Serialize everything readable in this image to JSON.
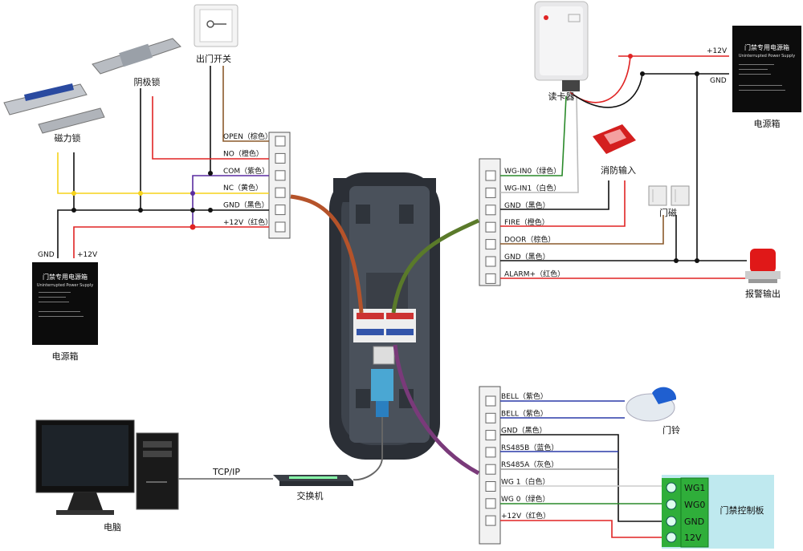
{
  "left_terminal": [
    "OPEN（棕色）",
    "NO（橙色）",
    "COM（紫色）",
    "NC（黄色）",
    "GND（黑色）",
    "+12V（红色）"
  ],
  "right_top_terminal": [
    "WG-IN0（绿色）",
    "WG-IN1（白色）",
    "GND（黑色）",
    "FIRE（橙色）",
    "DOOR（棕色）",
    "GND（黑色）",
    "ALARM+（红色）"
  ],
  "right_bottom_terminal": [
    "BELL（紫色）",
    "BELL（紫色）",
    "GND（黑色）",
    "RS485B（蓝色）",
    "RS485A（灰色）",
    "WG 1（白色）",
    "WG 0（绿色）",
    "+12V（红色）"
  ],
  "devices": {
    "exit_button": "出门开关",
    "strike_lock": "阴极锁",
    "mag_lock": "磁力锁",
    "card_reader": "读卡器",
    "fire_input": "消防输入",
    "door_sensor": "门磁",
    "alarm_output": "报警输出",
    "doorbell": "门铃",
    "switch": "交换机",
    "computer": "电脑",
    "psu_left": "电源箱",
    "psu_right": "电源箱",
    "controller": "门禁控制板"
  },
  "power_labels": {
    "left_gnd": "GND",
    "left_12v": "+12V",
    "right_12v": "+12V",
    "right_gnd": "GND"
  },
  "network_label": "TCP/IP",
  "psu_box": {
    "title": "门禁专用电源箱",
    "subtitle": "Uninterrupted Power Supply"
  },
  "controller_pins": [
    "WG1",
    "WG0",
    "GND",
    "12V"
  ],
  "colors": {
    "red": "#e02424",
    "black": "#111111",
    "yellow": "#f5d21a",
    "purple": "#5a2ca0",
    "green": "#2a8a2a",
    "gray": "#9a9a9a",
    "blue": "#2a3aa8",
    "controller_bg": "#bfe9ef"
  }
}
